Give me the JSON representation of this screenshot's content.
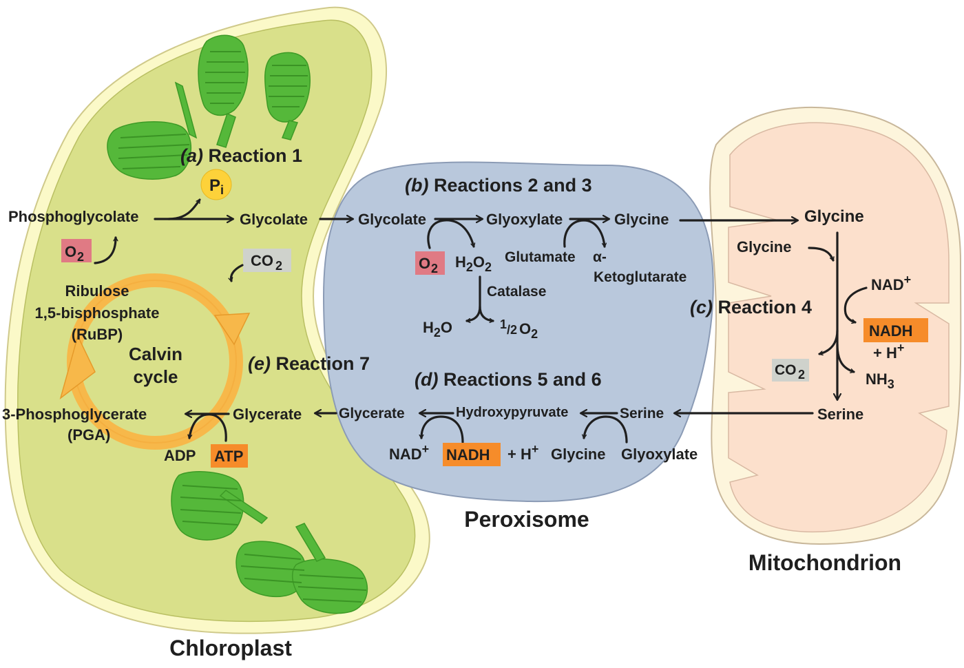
{
  "organelles": {
    "chloroplast": "Chloroplast",
    "peroxisome": "Peroxisome",
    "mitochondrion": "Mitochondrion"
  },
  "headings": {
    "a_letter": "(a)",
    "a_text": "Reaction 1",
    "b_letter": "(b)",
    "b_text": "Reactions 2 and 3",
    "c_letter": "(c)",
    "c_text": "Reaction 4",
    "d_letter": "(d)",
    "d_text": "Reactions 5 and 6",
    "e_letter": "(e)",
    "e_text": "Reaction 7"
  },
  "chloroplast": {
    "phosphoglycolate": "Phosphoglycolate",
    "pi_main": "P",
    "pi_sub": "i",
    "glycolate": "Glycolate",
    "o2": "O",
    "o2_sub": "2",
    "co2": "CO",
    "co2_sub": "2",
    "ribulose1": "Ribulose",
    "ribulose2": "1,5-bisphosphate",
    "ribulose3": "(RuBP)",
    "calvin1": "Calvin",
    "calvin2": "cycle",
    "pga1": "3-Phosphoglycerate",
    "pga2": "(PGA)",
    "glycerate": "Glycerate",
    "adp": "ADP",
    "atp": "ATP"
  },
  "peroxisome": {
    "glycolate": "Glycolate",
    "glyoxylate": "Glyoxylate",
    "glycine": "Glycine",
    "o2": "O",
    "o2_sub": "2",
    "h2o2_h": "H",
    "h2o2_sub": "2",
    "h2o2_o": "O",
    "h2o2_sub2": "2",
    "glutamate": "Glutamate",
    "alpha": "α-",
    "ketoglutarate": "Ketoglutarate",
    "catalase": "Catalase",
    "h2o_h": "H",
    "h2o_sub": "2",
    "h2o_o": "O",
    "half_num": "1",
    "half_den": "/2",
    "half_o": "O",
    "half_sub": "2",
    "glycerate": "Glycerate",
    "hydroxypyruvate": "Hydroxypyruvate",
    "serine": "Serine",
    "nad": "NAD",
    "nad_sup": "+",
    "nadh": "NADH",
    "hplus": "+ H",
    "hplus_sup": "+",
    "glycine2": "Glycine",
    "glyoxylate2": "Glyoxylate"
  },
  "mitochondrion": {
    "glycine_top": "Glycine",
    "glycine_in": "Glycine",
    "nad": "NAD",
    "nad_sup": "+",
    "nadh": "NADH",
    "hplus": "+ H",
    "hplus_sup": "+",
    "co2": "CO",
    "co2_sub": "2",
    "nh3": "NH",
    "nh3_sub": "3",
    "serine": "Serine"
  },
  "colors": {
    "chloroplast_fill": "#d9e08a",
    "chloroplast_border": "#fbf9c8",
    "peroxisome_fill": "#b9c8dc",
    "mito_fill": "#fce0cc",
    "mito_border": "#fdf5dc",
    "thylakoid": "#55b83a",
    "calvin_ring": "#f7b84a",
    "o2_box": "#e07a84",
    "co2_box": "#cfd2cc",
    "nadh_box": "#f68c2a",
    "pi_circle": "#fdd23a"
  }
}
